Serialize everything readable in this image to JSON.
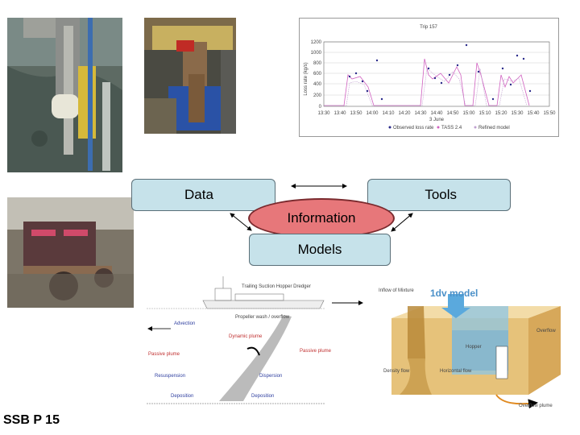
{
  "boxes": {
    "data_label": "Data",
    "tools_label": "Tools",
    "information_label": "Information",
    "models_label": "Models"
  },
  "footer": {
    "slide_label": "SSB P 15"
  },
  "chart": {
    "title": "Trip 157",
    "ylabel": "Loss rate (kg/s)",
    "xlabel": "3 June",
    "yticks": [
      "1200",
      "1000",
      "800",
      "600",
      "400",
      "200",
      "0"
    ],
    "xticks": [
      "13:30",
      "13:40",
      "13:50",
      "14:00",
      "14:10",
      "14:20",
      "14:30",
      "14:40",
      "14:50",
      "15:00",
      "15:10",
      "15:20",
      "15:30",
      "15:40",
      "15:50"
    ],
    "legend": [
      "Observed loss rate",
      "TASS 2.4",
      "Refined model"
    ]
  },
  "model_diagram": {
    "title": "1dv model",
    "inflow_label": "Inflow of Mixture",
    "labels": [
      "Overflow",
      "Overflow plume",
      "Hopper",
      "Horizontal flow",
      "Density flow"
    ]
  },
  "plume_diagram": {
    "labels": [
      "Trailing Suction Hopper Dredger",
      "Propeller wash / overflow",
      "Dynamic plume",
      "Passive plume",
      "Passive plume",
      "Deposition",
      "Deposition",
      "Advection",
      "Resuspension",
      "Dispersion"
    ]
  },
  "colors": {
    "box_fill": "#c6e2ea",
    "ellipse_fill": "#e7777a",
    "model_title": "#4a90c8"
  }
}
